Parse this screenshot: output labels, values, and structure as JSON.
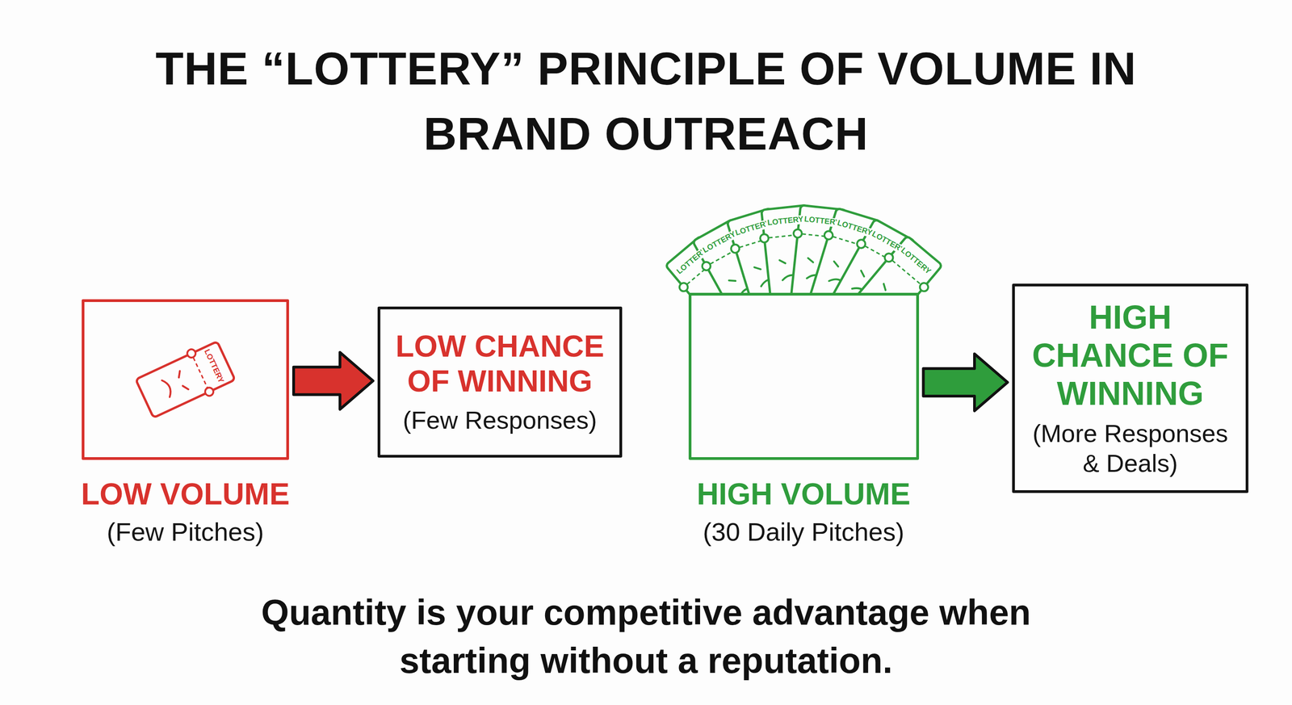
{
  "diagram": {
    "title": "THE “LOTTERY” PRINCIPLE OF VOLUME IN BRAND OUTREACH",
    "nodes": [
      {
        "text": [
          "LOW VOLUME",
          "(Few Pitches)"
        ]
      },
      {
        "text": [
          "LOW CHANCE OF WINNING",
          "(Few Responses)"
        ]
      },
      {
        "text": [
          "HIGH VOLUME",
          "(30 Daily Pitches)"
        ]
      },
      {
        "text": [
          "HIGH CHANCE OF WINNING",
          "(More Responses & Deals)"
        ]
      }
    ],
    "edges": [
      {
        "from": 0,
        "to": 1,
        "arrow": "to"
      },
      {
        "from": 2,
        "to": 3,
        "arrow": "to"
      }
    ],
    "labels": [
      "LOTTERY",
      "LOTTERY",
      "LOTTERY",
      "LOTTERY",
      "LOTTERY",
      "LOTTERY",
      "LOTTERY",
      "LOTTERY",
      "LOTTERY"
    ],
    "caption": "Quantity is your competitive advantage when starting without a reputation."
  }
}
